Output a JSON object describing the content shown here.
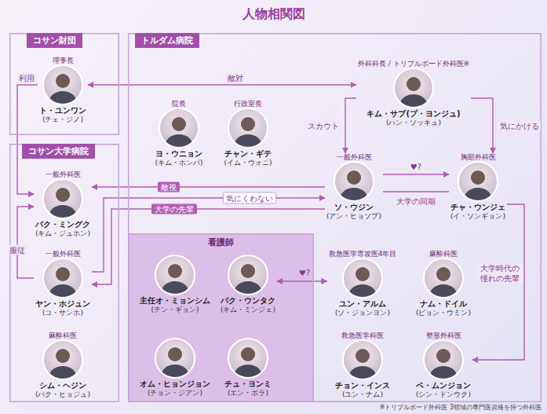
{
  "diagram": {
    "title": "人物相関図",
    "nodes": [
      {
        "text": [
          "コサン財団"
        ]
      },
      {
        "text": [
          "理事長",
          "ト・ユンワン",
          "(チェ・ジノ)"
        ],
        "in": 0
      },
      {
        "text": [
          "トルダム病院"
        ]
      },
      {
        "text": [
          "外科科長 / トリプルボード外科医※",
          "キム・サブ(プ・ヨンジュ)",
          "(ハン・ソッキュ)"
        ],
        "in": 2
      },
      {
        "text": [
          "院長",
          "ヨ・ウニョン",
          "(キム・ホンパ)"
        ],
        "in": 2
      },
      {
        "text": [
          "行政室長",
          "チャン・ギテ",
          "(イム・ウォニ)"
        ],
        "in": 2
      },
      {
        "text": [
          "コサン大学病院"
        ]
      },
      {
        "text": [
          "一般外科医",
          "パク・ミングク",
          "(キム・ジュホン)"
        ],
        "in": 6
      },
      {
        "text": [
          "一般外科医",
          "ソ・ウジン",
          "(アン・ヒョソプ)"
        ],
        "in": 2
      },
      {
        "text": [
          "胸部外科医",
          "チャ・ウンジェ",
          "(イ・ソンギョン)"
        ],
        "in": 2
      },
      {
        "text": [
          "一般外科医",
          "ヤン・ホジュン",
          "(コ・サンホ)"
        ],
        "in": 6
      },
      {
        "text": [
          "看護師"
        ],
        "in": 2
      },
      {
        "text": [
          "主任オ・ミョンシム",
          "(チン・ギョン)"
        ],
        "in": 11
      },
      {
        "text": [
          "パク・ウンタク",
          "(キム・ミンジェ)"
        ],
        "in": 11
      },
      {
        "text": [
          "救急医学専攻医4年目",
          "ユン・アルム",
          "(ソ・ジョンヨン)"
        ],
        "in": 2
      },
      {
        "text": [
          "麻酔科医",
          "ナム・ドイル",
          "(ピョン・ウミン)"
        ],
        "in": 2
      },
      {
        "text": [
          "麻酔科医",
          "シム・ヘジン",
          "(パク・ヒョジュ)"
        ],
        "in": 6
      },
      {
        "text": [
          "オム・ヒョンジョン",
          "(チョン・ジアン)"
        ],
        "in": 11
      },
      {
        "text": [
          "チュ・ヨンミ",
          "(エン・ボラ)"
        ],
        "in": 11
      },
      {
        "text": [
          "救急医学科医",
          "チョン・インス",
          "(ユン・ナム)"
        ],
        "in": 2
      },
      {
        "text": [
          "整形外科医",
          "ペ・ムンジョン",
          "(シン・ドンウク)"
        ],
        "in": 2
      }
    ],
    "edges": [
      {
        "from": 1,
        "to": 3,
        "arrow": "both",
        "label": "敵対"
      },
      {
        "from": 1,
        "to": 7,
        "arrow": "to",
        "label": "利用"
      },
      {
        "from": 10,
        "to": 7,
        "arrow": "to",
        "label": "服従"
      },
      {
        "from": 8,
        "to": 7,
        "arrow": "to",
        "label": "敵視"
      },
      {
        "from": 10,
        "to": 8,
        "arrow": "to",
        "label": "気にくわない"
      },
      {
        "from": 8,
        "to": 10,
        "arrow": "to",
        "label": "大学の先輩"
      },
      {
        "from": 3,
        "to": 8,
        "arrow": "to",
        "label": "スカウト"
      },
      {
        "from": 3,
        "to": 9,
        "arrow": "to",
        "label": "気にかける"
      },
      {
        "from": 8,
        "to": 9,
        "arrow": "to",
        "label": "♥?"
      },
      {
        "from": 8,
        "to": 9,
        "arrow": "none",
        "label": "大学の同期"
      },
      {
        "from": 9,
        "to": 20,
        "arrow": "to",
        "label": "大学時代の 憧れの先輩"
      },
      {
        "from": 13,
        "to": 14,
        "arrow": "both",
        "label": "♥?"
      }
    ],
    "labels": [
      "※トリプルボード外科医 3領域の専門医資格を持つ外科医"
    ]
  }
}
